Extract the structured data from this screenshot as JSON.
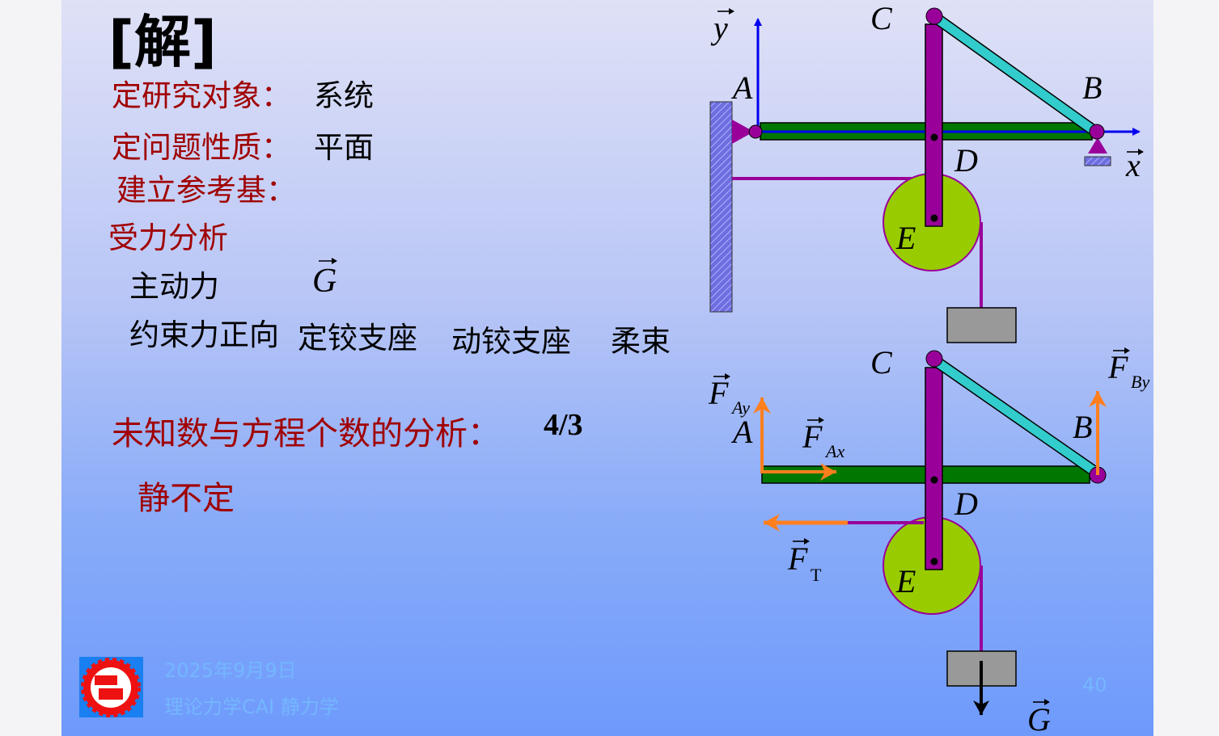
{
  "slide": {
    "heading": "[解]",
    "lines": [
      {
        "label": "定研究对象：",
        "value": "系统"
      },
      {
        "label": "定问题性质：",
        "value": "平面"
      },
      {
        "label": "建立参考基：",
        "value": ""
      },
      {
        "label": "受力分析",
        "value": ""
      }
    ],
    "active_force_label": "主动力",
    "active_force_symbol": "G",
    "constraint_label": "约束力正向",
    "constraints": [
      "定铰支座",
      "动铰支座",
      "柔束"
    ],
    "analysis_label": "未知数与方程个数的分析：",
    "analysis_value": "4/3",
    "conclusion": "静不定"
  },
  "diagram": {
    "points": {
      "A": "A",
      "B": "B",
      "C": "C",
      "D": "D",
      "E": "E"
    },
    "axes": {
      "x": "x",
      "y": "y"
    },
    "forces": {
      "F": "F",
      "Ay": "Ay",
      "Ax": "Ax",
      "By": "By",
      "T": "T",
      "G": "G"
    },
    "colors": {
      "beam": "#007700",
      "rod": "#990099",
      "link": "#33cccc",
      "disk": "#99cc00",
      "force": "#ff7f1e",
      "axis": "#0000ee",
      "wall": "#6666dd"
    }
  },
  "footer": {
    "date": "2025年9月9日",
    "course": "理论力学CAI  静力学",
    "page_number": "40"
  }
}
